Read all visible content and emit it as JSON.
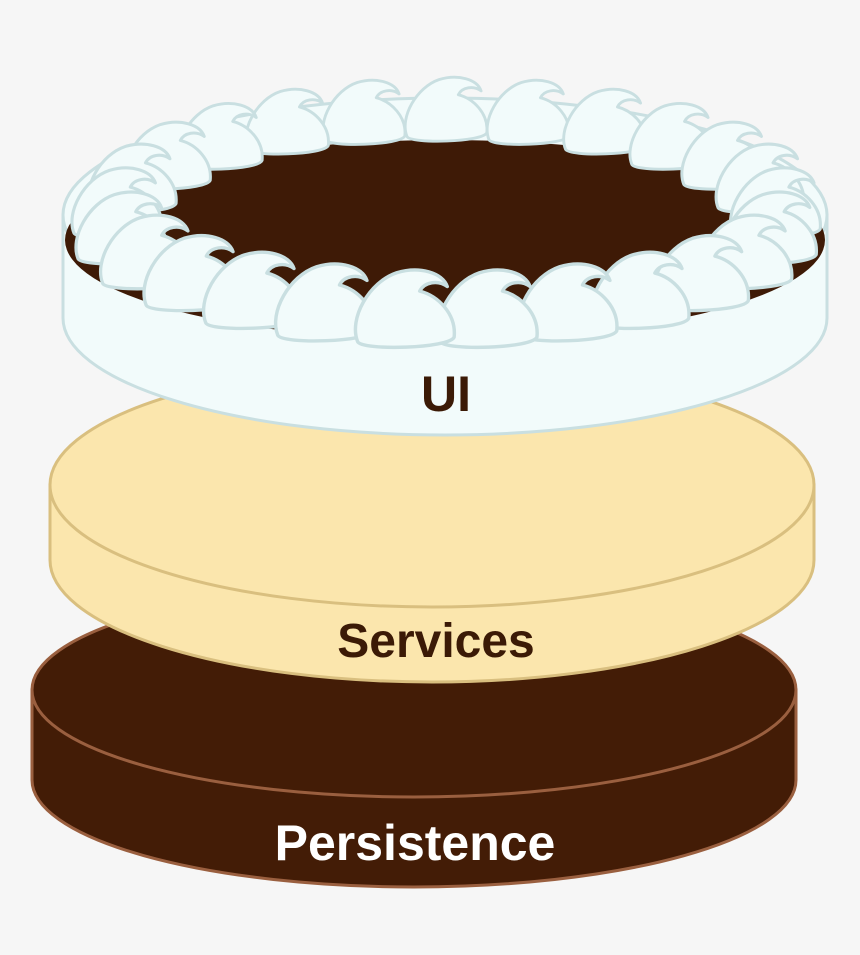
{
  "colors": {
    "background": "#f6f6f6",
    "ui_layer": "#f2fbfb",
    "ui_stroke": "#c9dfe1",
    "services_layer": "#fbe6ad",
    "services_stroke": "#d9bf7f",
    "persistence_layer": "#431c06",
    "persistence_stroke": "#9a5f3f",
    "dark_label": "#3b1a06",
    "light_label": "#ffffff"
  },
  "layers": [
    {
      "name": "ui",
      "label": "UI"
    },
    {
      "name": "services",
      "label": "Services"
    },
    {
      "name": "persistence",
      "label": "Persistence"
    }
  ],
  "decoration": {
    "icon": "whipped-cream-dollop-icon",
    "count": 25
  }
}
